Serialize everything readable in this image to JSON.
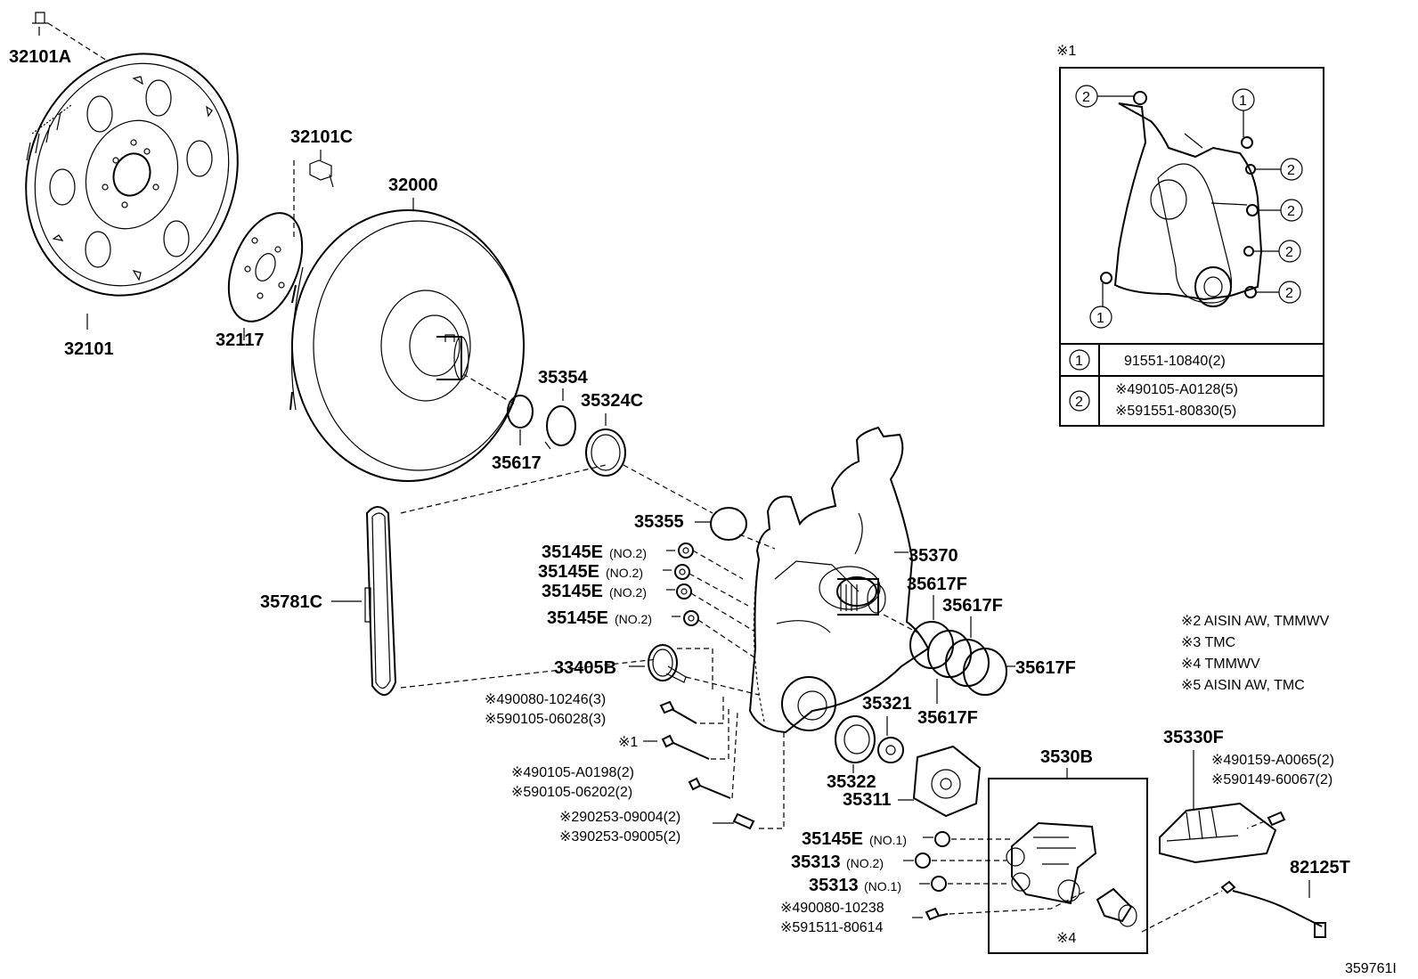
{
  "parts": {
    "p32101A": "32101A",
    "p32101": "32101",
    "p32101C": "32101C",
    "p32117": "32117",
    "p32000": "32000",
    "p35354": "35354",
    "p35324C": "35324C",
    "p35617": "35617",
    "p35355": "35355",
    "p35370": "35370",
    "p35781C": "35781C",
    "p33405B": "33405B",
    "p35617F_a": "35617F",
    "p35617F_b": "35617F",
    "p35617F_c": "35617F",
    "p35617F_d": "35617F",
    "p35321": "35321",
    "p35322": "35322",
    "p35311": "35311",
    "p3530B": "3530B",
    "p35330F": "35330F",
    "p82125T": "82125T",
    "p35145E_1": "35145E",
    "p35145E_2": "35145E",
    "p35145E_3": "35145E",
    "p35145E_4": "35145E",
    "p35145E_5": "35145E",
    "p35313_a": "35313",
    "p35313_b": "35313",
    "diagram_id": "359761I"
  },
  "qualifiers": {
    "no2": "(NO.2)",
    "no1": "(NO.1)"
  },
  "bolts": {
    "b1": "※490080-10246(3)",
    "b2": "※590105-06028(3)",
    "b3": "※1",
    "b4": "※490105-A0198(2)",
    "b5": "※590105-06202(2)",
    "b6": "※290253-09004(2)",
    "b7": "※390253-09005(2)",
    "b8": "※490080-10238",
    "b9": "※591511-80614",
    "b10": "※490159-A0065(2)",
    "b11": "※590149-60067(2)",
    "b12": "※4"
  },
  "notes": {
    "n2": "※2 AISIN AW, TMMWV",
    "n3": "※3 TMC",
    "n4": "※4 TMMWV",
    "n5": "※5 AISIN AW, TMC"
  },
  "inset": {
    "title": "※1",
    "c1": "1",
    "c2": "2",
    "row1": "91551-10840(2)",
    "row2a": "※490105-A0128(5)",
    "row2b": "※591551-80830(5)"
  }
}
